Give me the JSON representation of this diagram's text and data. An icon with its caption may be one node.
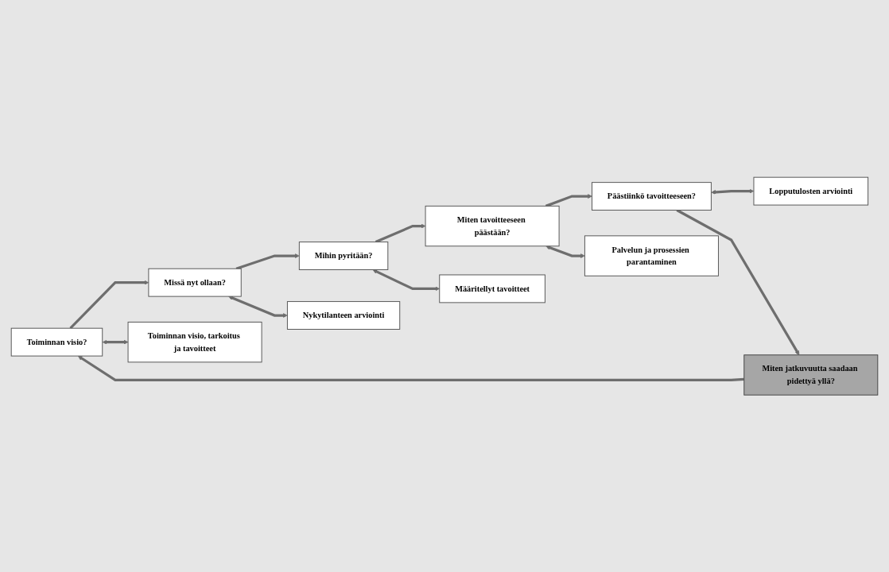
{
  "diagram": {
    "nodes": [
      {
        "text": [
          "Toiminnan visio?"
        ]
      },
      {
        "text": [
          "Missä nyt ollaan?"
        ]
      },
      {
        "text": [
          "Mihin pyritään?"
        ]
      },
      {
        "text": [
          "Miten tavoitteeseen päästään?"
        ]
      },
      {
        "text": [
          "Päästiinkö tavoitteeseen?"
        ]
      },
      {
        "text": [
          "Toiminnan visio, tarkoitus ja tavoitteet"
        ]
      },
      {
        "text": [
          "Nykytilanteen arviointi"
        ]
      },
      {
        "text": [
          "Määritellyt tavoitteet"
        ]
      },
      {
        "text": [
          "Palvelun ja prosessien parantaminen"
        ]
      },
      {
        "text": [
          "Lopputulosten arviointi"
        ]
      },
      {
        "text": [
          "Miten jatkuvuutta saadaan pidettyä yllä?"
        ]
      }
    ],
    "edges": [
      {
        "from": 0,
        "to": 1,
        "arrow": "to"
      },
      {
        "from": 1,
        "to": 2,
        "arrow": "to"
      },
      {
        "from": 2,
        "to": 3,
        "arrow": "to"
      },
      {
        "from": 3,
        "to": 4,
        "arrow": "to"
      },
      {
        "from": 0,
        "to": 5,
        "arrow": "both"
      },
      {
        "from": 1,
        "to": 6,
        "arrow": "both"
      },
      {
        "from": 2,
        "to": 7,
        "arrow": "both"
      },
      {
        "from": 3,
        "to": 8,
        "arrow": "both"
      },
      {
        "from": 4,
        "to": 9,
        "arrow": "both"
      },
      {
        "from": 4,
        "to": 10,
        "arrow": "to"
      },
      {
        "from": 10,
        "to": 0,
        "arrow": "to"
      }
    ]
  }
}
